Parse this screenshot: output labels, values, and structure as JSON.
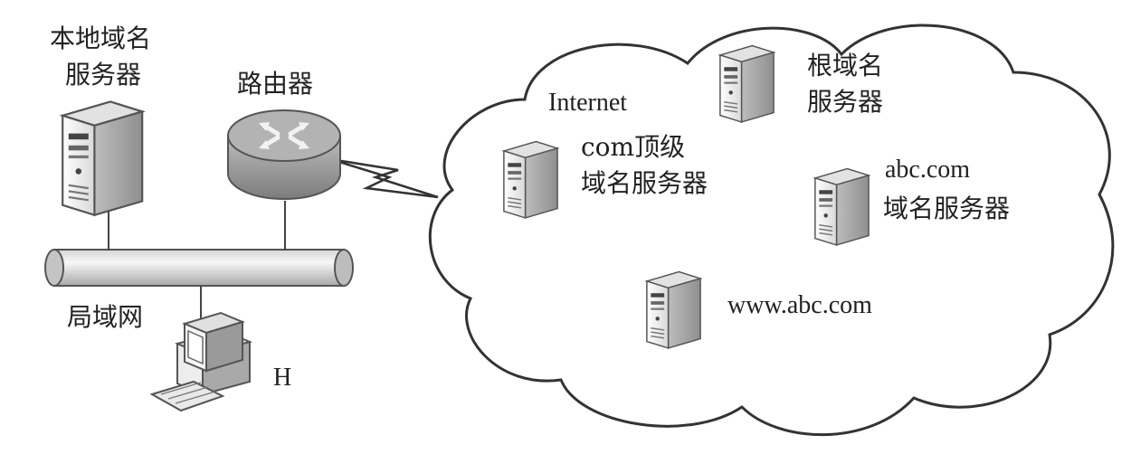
{
  "labels": {
    "local_dns_line1": "本地域名",
    "local_dns_line2": "服务器",
    "router": "路由器",
    "lan": "局域网",
    "host": "H",
    "internet": "Internet",
    "root_line1": "根域名",
    "root_line2": "服务器",
    "com_line1": "com顶级",
    "com_line2": "域名服务器",
    "abc_line1": "abc.com",
    "abc_line2": "域名服务器",
    "www": "www.abc.com"
  }
}
